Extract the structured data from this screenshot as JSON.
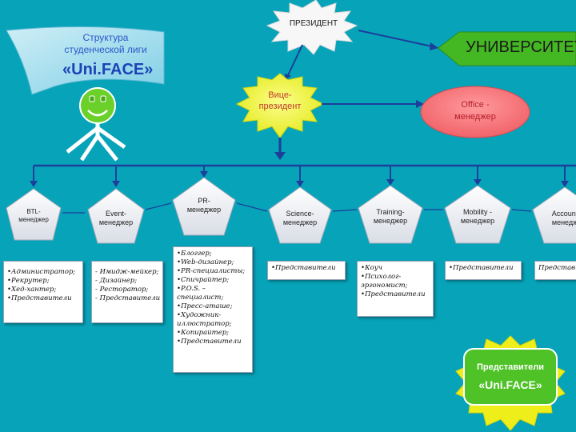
{
  "banner": {
    "line1": "Структура",
    "line2": "студенческой лиги",
    "line3": "«Uni.FACE»"
  },
  "president": "ПРЕЗИДЕНТ",
  "university": "УНИВЕРСИТЕТ",
  "vice_president": "Вице-\nпрезидент",
  "office_manager": "Office -\nменеджер",
  "managers": [
    {
      "label": "BTL-\nменеджер"
    },
    {
      "label": "Event-\nменеджер"
    },
    {
      "label": "PR-\nменеджер"
    },
    {
      "label": "Science-\nменеджер"
    },
    {
      "label": "Training-\nменеджер"
    },
    {
      "label": "Mobility -\nменеджер"
    },
    {
      "label": "Account\nменедж"
    }
  ],
  "duties": {
    "btl": [
      "•Администратор;",
      "•Рекрутер;",
      "•Хед-хантер;",
      "•Представители"
    ],
    "event": [
      "- Имидж-мейкер;",
      "- Дизайнер;",
      "- Ресторатор;",
      "- Представители"
    ],
    "pr": [
      "•Блоггер;",
      "•Web-дизайнер;",
      "•PR-специалисты;",
      "•Спичрайтер;",
      "•P.O.S. –",
      "специалист;",
      "•Пресс-аташе;",
      "•Художник-",
      "иллюстратор;",
      "•Копирайтер;",
      "•Представители"
    ],
    "science": [
      "•Представители"
    ],
    "training": [
      "•Коуч",
      "•Психолог-",
      "эргономист;",
      "•Представители"
    ],
    "mobility": [
      "•Представители"
    ],
    "account": [
      "Представит"
    ]
  },
  "representatives": {
    "line1": "Представители",
    "line2": "«Uni.FACE»"
  },
  "colors": {
    "background": "#07a3b9",
    "arrow": "#1b3f9a",
    "yellow": "#f3f63f",
    "green": "#4ec227",
    "pink": "#f57378"
  }
}
